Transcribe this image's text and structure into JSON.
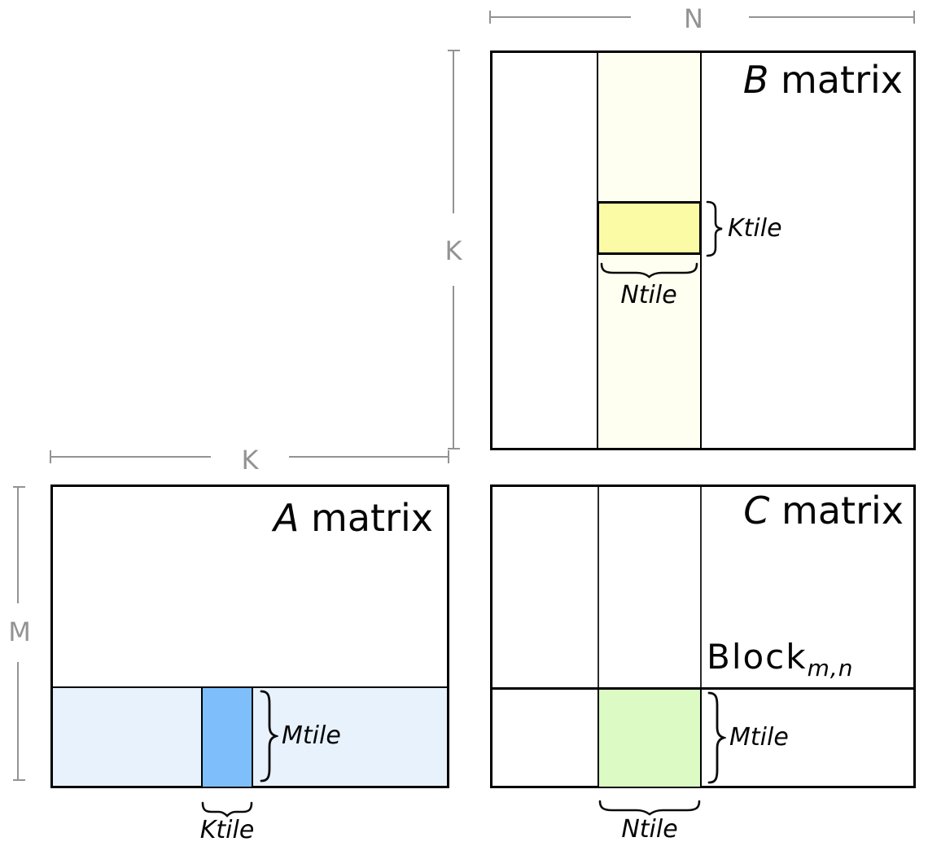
{
  "diagram": {
    "dimensions": {
      "n": "N",
      "k_vertical": "K",
      "k_horizontal": "K",
      "m": "M"
    },
    "matrices": {
      "b": {
        "title_letter": "B",
        "title_rest": " matrix",
        "ktile_label": "Ktile",
        "ntile_label": "Ntile"
      },
      "a": {
        "title_letter": "A",
        "title_rest": " matrix",
        "mtile_label": "Mtile",
        "ktile_label": "Ktile"
      },
      "c": {
        "title_letter": "C",
        "title_rest": " matrix",
        "mtile_label": "Mtile",
        "ntile_label": "Ntile",
        "block_label": "Block",
        "block_subscript": "m,n"
      }
    },
    "colors": {
      "b_column": "#FEFEF1",
      "b_tile": "#FBFBA6",
      "a_band": "#E8F2FC",
      "a_tile": "#7EBEFB",
      "c_tile": "#DCFAC3",
      "dimension_gray": "#939393"
    }
  }
}
